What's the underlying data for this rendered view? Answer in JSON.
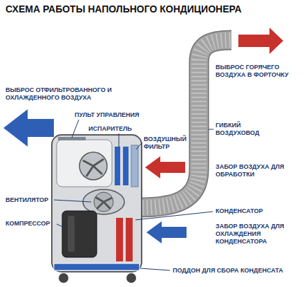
{
  "diagram": {
    "title": "СХЕМА РАБОТЫ НАПОЛЬНОГО КОНДИЦИОНЕРА",
    "labels": [
      "ВЫБРОС ГОРЯЧЕГО ВОЗДУХА В ФОРТОЧКУ",
      "ВЫБРОС ОТФИЛЬТРОВАННОГО И ОХЛАЖДЕННОГО ВОЗДУХА",
      "ГИБКИЙ ВОЗДУХОВОД",
      "ПУЛЬТ УПРАВЛЕНИЯ",
      "ИСПАРИТЕЛЬ",
      "ВОЗДУШНЫЙ ФИЛЬТР",
      "ЗАБОР ВОЗДУХА ДЛЯ ОБРАБОТКИ",
      "ВЕНТИЛЯТОР",
      "КОНДЕНСАТОР",
      "КОМПРЕССОР",
      "ЗАБОР ВОЗДУХА ДЛЯ ОХЛАЖДЕНИЯ КОНДЕНСАТОРА",
      "ПОДДОН ДЛЯ СБОРА КОНДЕНСАТА"
    ]
  }
}
